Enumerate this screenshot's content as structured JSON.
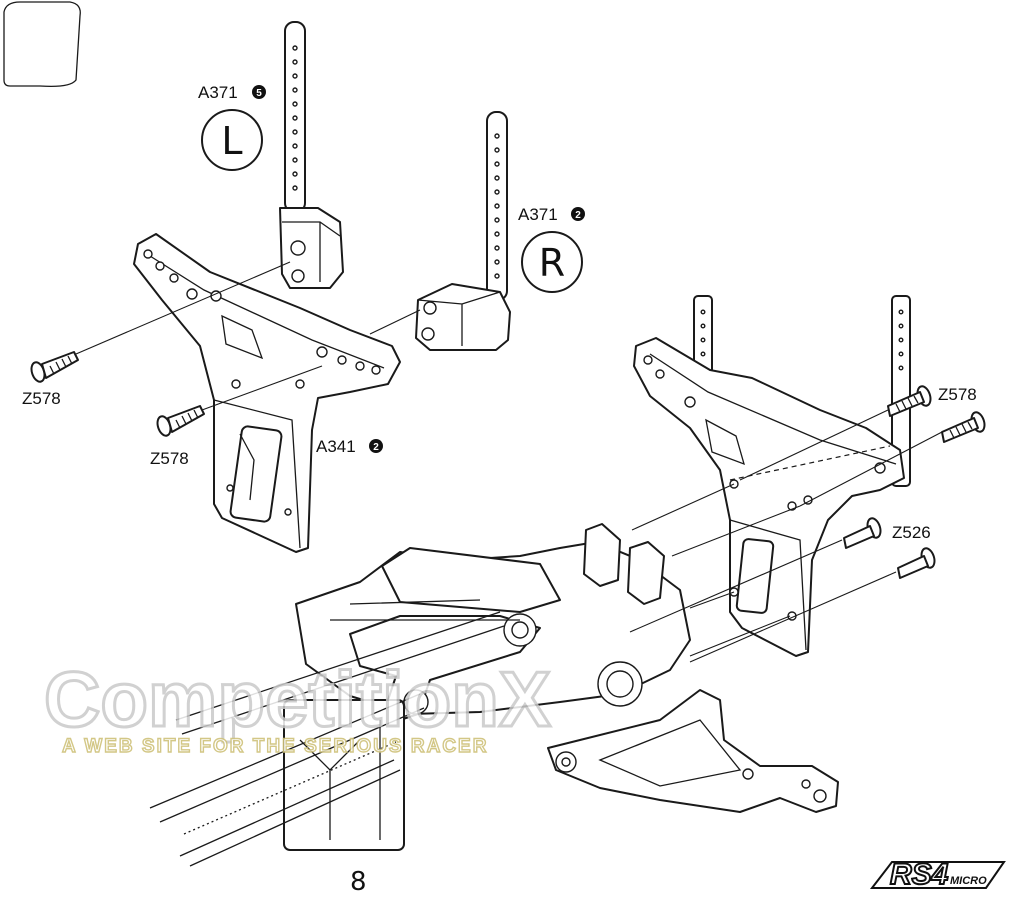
{
  "step_number": "8",
  "labels": {
    "post_left_part": "A371",
    "post_left_qty": "5",
    "post_left_side": "L",
    "post_right_part": "A371",
    "post_right_qty": "2",
    "post_right_side": "R",
    "tower_part": "A341",
    "tower_qty": "2",
    "screw_left_upper": "Z578",
    "screw_left_lower": "Z578",
    "screw_right": "Z578",
    "screw_mount": "Z526"
  },
  "watermark": {
    "title": "CompetitionX",
    "title_accent": "X",
    "tagline": "A WEB SITE FOR THE SERIOUS RACER"
  },
  "logo": {
    "main": "RS4",
    "sub": "MICRO"
  },
  "colors": {
    "line": "#1a1a1a",
    "watermark_outline": "#c9c9c9",
    "watermark_tagline": "#cfc27a",
    "watermark_accent": "#d9534f"
  }
}
